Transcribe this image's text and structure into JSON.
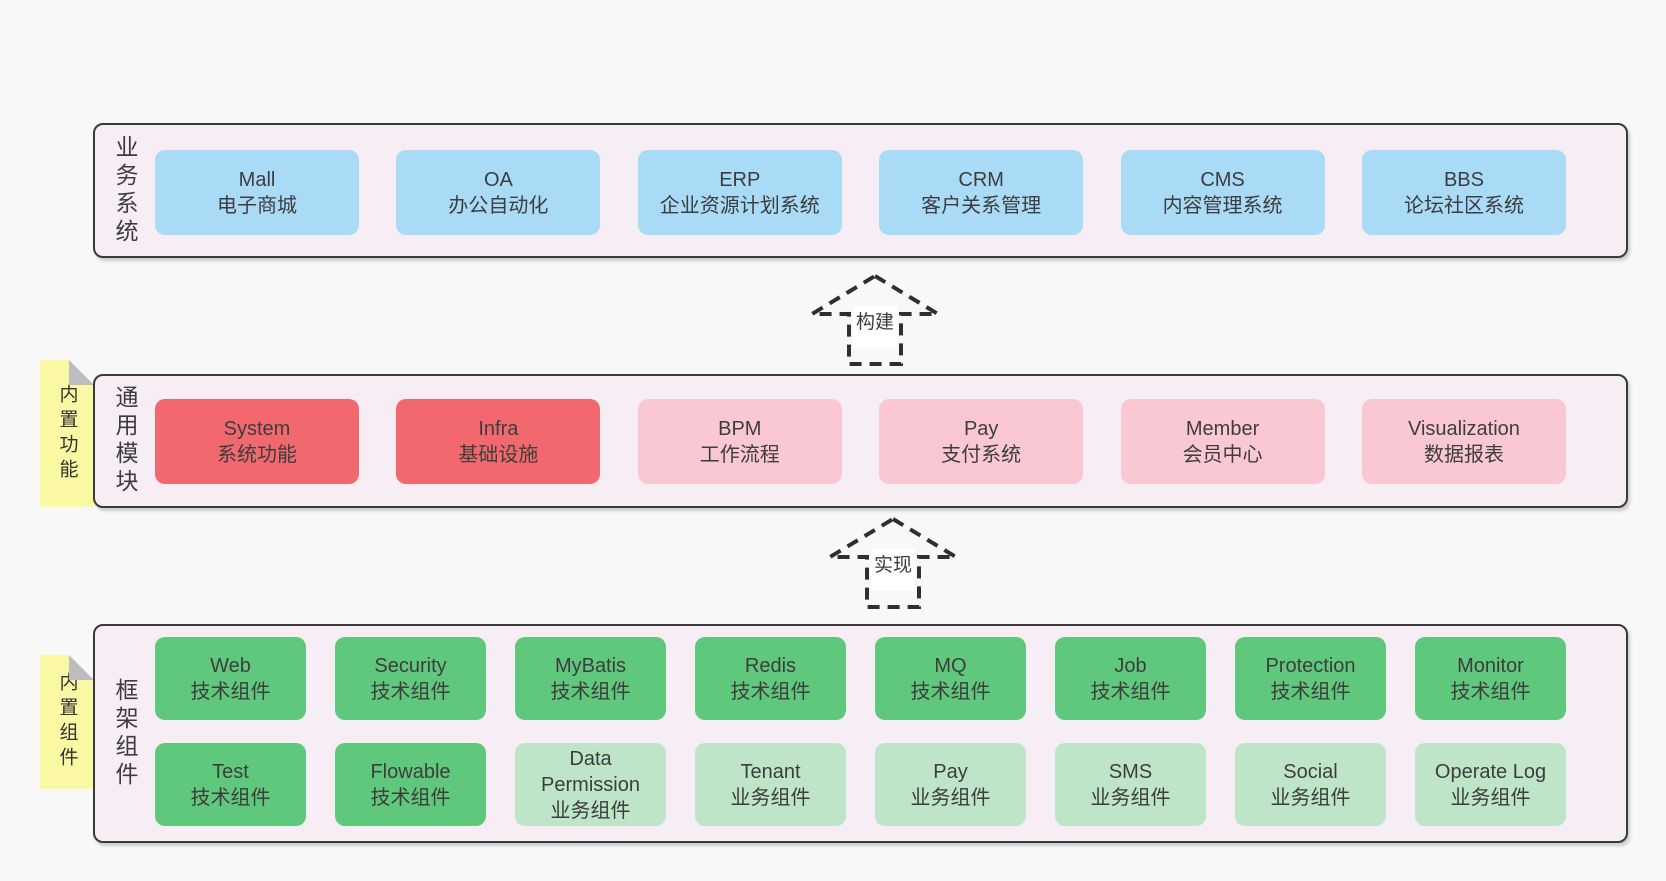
{
  "diagram": {
    "background": "#f8f8f8",
    "panel_background": "#f7edf5",
    "panel_border": "#3a3a3a"
  },
  "colors": {
    "blue": "#a9dbf6",
    "red": "#f1696e",
    "pink": "#fac8d3",
    "green": "#5fc87c",
    "lightgreen": "#bee5c7",
    "sticky_yellow": "#faf8a2",
    "sticky_fold_gray": "#bdbdc1",
    "text": "#3d3d3d"
  },
  "arrows": {
    "build": {
      "label": "构建"
    },
    "implement": {
      "label": "实现"
    }
  },
  "sections": {
    "business": {
      "title": "业务系统",
      "items": [
        {
          "name": "Mall",
          "desc": "电子商城",
          "variant": "blue"
        },
        {
          "name": "OA",
          "desc": "办公自动化",
          "variant": "blue"
        },
        {
          "name": "ERP",
          "desc": "企业资源计划系统",
          "variant": "blue"
        },
        {
          "name": "CRM",
          "desc": "客户关系管理",
          "variant": "blue"
        },
        {
          "name": "CMS",
          "desc": "内容管理系统",
          "variant": "blue"
        },
        {
          "name": "BBS",
          "desc": "论坛社区系统",
          "variant": "blue"
        }
      ]
    },
    "modules": {
      "title": "通用模块",
      "note": "内置功能",
      "items": [
        {
          "name": "System",
          "desc": "系统功能",
          "variant": "red"
        },
        {
          "name": "Infra",
          "desc": "基础设施",
          "variant": "red"
        },
        {
          "name": "BPM",
          "desc": "工作流程",
          "variant": "pink"
        },
        {
          "name": "Pay",
          "desc": "支付系统",
          "variant": "pink"
        },
        {
          "name": "Member",
          "desc": "会员中心",
          "variant": "pink"
        },
        {
          "name": "Visualization",
          "desc": "数据报表",
          "variant": "pink"
        }
      ]
    },
    "framework": {
      "title": "框架组件",
      "note": "内置组件",
      "row1": [
        {
          "name": "Web",
          "desc": "技术组件",
          "variant": "green"
        },
        {
          "name": "Security",
          "desc": "技术组件",
          "variant": "green"
        },
        {
          "name": "MyBatis",
          "desc": "技术组件",
          "variant": "green"
        },
        {
          "name": "Redis",
          "desc": "技术组件",
          "variant": "green"
        },
        {
          "name": "MQ",
          "desc": "技术组件",
          "variant": "green"
        },
        {
          "name": "Job",
          "desc": "技术组件",
          "variant": "green"
        },
        {
          "name": "Protection",
          "desc": "技术组件",
          "variant": "green"
        },
        {
          "name": "Monitor",
          "desc": "技术组件",
          "variant": "green"
        }
      ],
      "row2": [
        {
          "name": "Test",
          "desc": "技术组件",
          "variant": "green"
        },
        {
          "name": "Flowable",
          "desc": "技术组件",
          "variant": "green"
        },
        {
          "name": "Data Permission",
          "desc": "业务组件",
          "variant": "lightgreen"
        },
        {
          "name": "Tenant",
          "desc": "业务组件",
          "variant": "lightgreen"
        },
        {
          "name": "Pay",
          "desc": "业务组件",
          "variant": "lightgreen"
        },
        {
          "name": "SMS",
          "desc": "业务组件",
          "variant": "lightgreen"
        },
        {
          "name": "Social",
          "desc": "业务组件",
          "variant": "lightgreen"
        },
        {
          "name": "Operate Log",
          "desc": "业务组件",
          "variant": "lightgreen"
        }
      ]
    }
  }
}
